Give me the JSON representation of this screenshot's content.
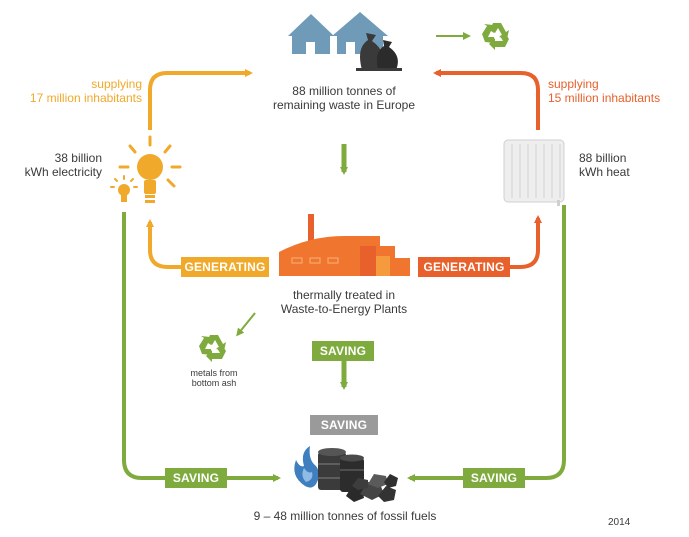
{
  "nodes": {
    "remaining_waste": "88 million tonnes of\nremaining waste in Europe",
    "thermal_treatment": "thermally treated in\nWaste-to-Energy Plants",
    "fossil_fuels": "9 – 48 million tonnes of fossil fuels",
    "electricity": "38 billion\nkWh electricity",
    "heat": "88 billion\nkWh heat",
    "metals": "metals from\nbottom ash"
  },
  "flows": {
    "supplying_left": "supplying\n17 million inhabitants",
    "supplying_right": "supplying\n15 million inhabitants"
  },
  "badges": {
    "generating_left": "GENERATING",
    "generating_right": "GENERATING",
    "saving_center": "SAVING",
    "saving_grey": "SAVING",
    "saving_left": "SAVING",
    "saving_right": "SAVING"
  },
  "year": "2014",
  "colors": {
    "green": "#7fab3e",
    "orange": "#e8602c",
    "yellow": "#f0a92b",
    "house_blue": "#6f9bb9",
    "grey": "#9a9a9a"
  },
  "icons": [
    "houses-icon",
    "waste-bags-icon",
    "recycle-icon",
    "light-bulb-icon",
    "radiator-icon",
    "waste-to-energy-plant-icon",
    "oil-barrels-icon",
    "coal-icon"
  ]
}
